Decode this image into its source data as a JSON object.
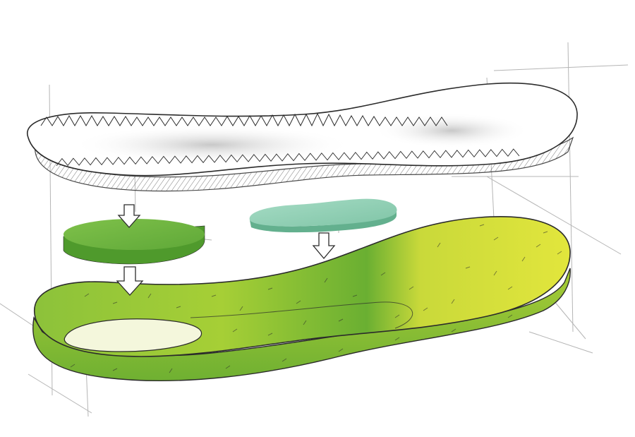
{
  "diagram": {
    "components": [
      {
        "name": "top-cover-layer",
        "style": "pencil-sketch"
      },
      {
        "name": "heel-cushion-pad",
        "color": "#6fb63c"
      },
      {
        "name": "forefoot-pad",
        "color": "#8fd0b4"
      },
      {
        "name": "insole-base",
        "color": "#c6d93a"
      }
    ],
    "colors": {
      "stroke": "#2b2b2b",
      "construction_line": "#b5b5b5",
      "foam_light": "#dde43a",
      "foam_mid": "#b8d43a",
      "foam_dark": "#6aaf32",
      "heel_pad": "#6fb63c",
      "heel_pad_side": "#4f9a2c",
      "fore_pad": "#8fd0b4",
      "fore_pad_side": "#63b08e",
      "arrow_fill": "#ffffff"
    },
    "arrows": [
      {
        "name": "arrow-heel-pad-down"
      },
      {
        "name": "arrow-heel-pad-into-base"
      },
      {
        "name": "arrow-forefoot-pad-down"
      }
    ],
    "icons": [
      "down-arrow-icon"
    ]
  }
}
